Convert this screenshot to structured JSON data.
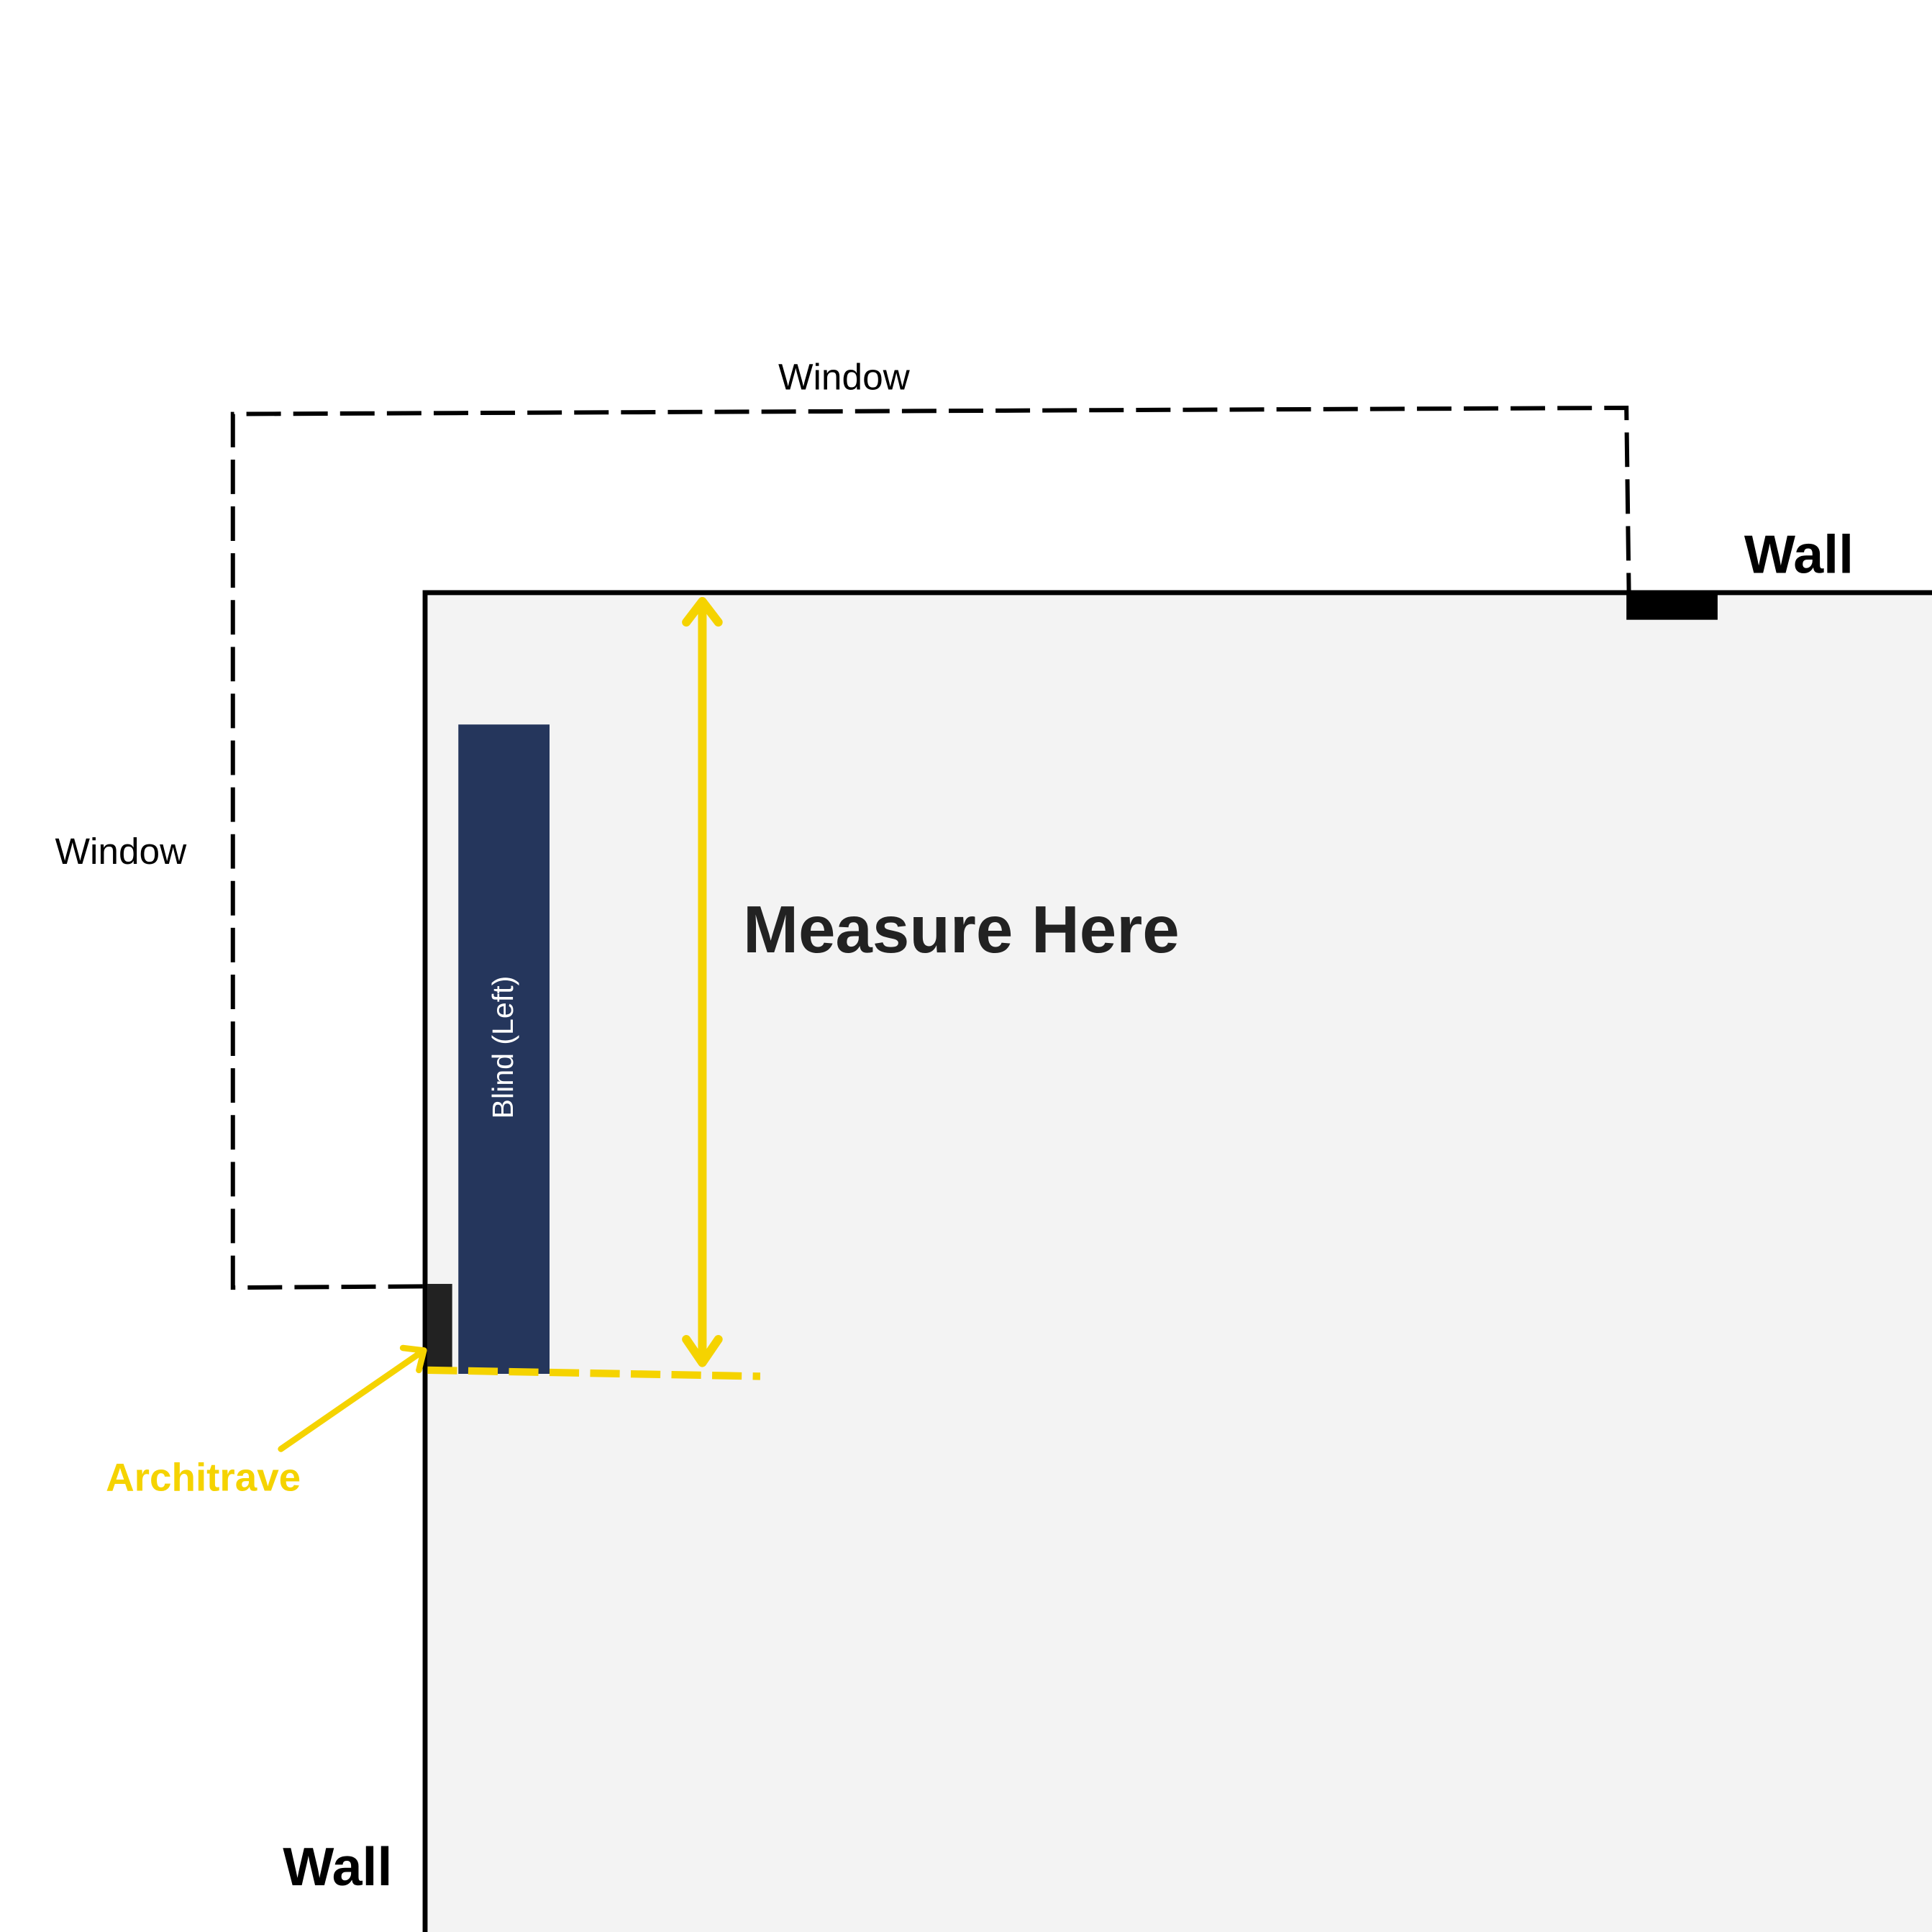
{
  "labels": {
    "window_top": "Window",
    "window_left": "Window",
    "wall_top": "Wall",
    "wall_bottom": "Wall",
    "measure": "Measure Here",
    "architrave": "Architrave",
    "blind": "Blind (Left)"
  },
  "colors": {
    "accent": "#f5d300",
    "blind": "#25365c",
    "architrave": "#222222",
    "wall_area": "#f3f3f3"
  }
}
